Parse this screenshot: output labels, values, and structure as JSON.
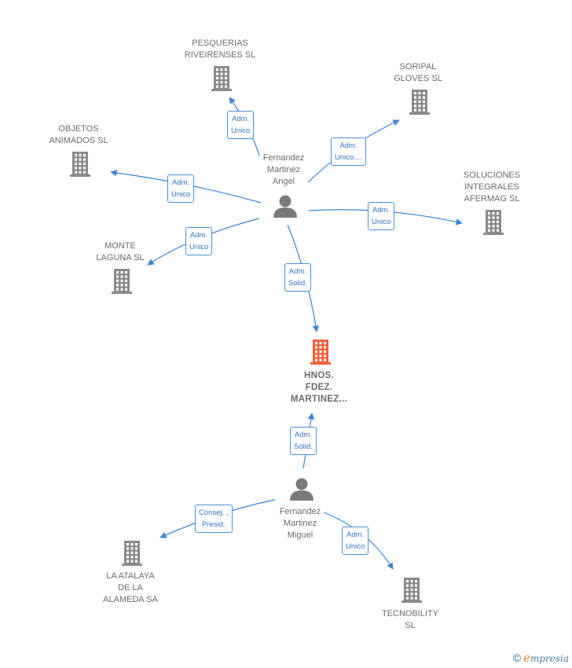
{
  "colors": {
    "edge": "#3a84d6",
    "company": "#8a8a8a",
    "company_main": "#f2603a",
    "person": "#7a7a7a"
  },
  "companies": [
    {
      "id": "pesquerias",
      "lines": [
        "PESQUERIAS",
        "RIVEIRENSES SL"
      ],
      "icon": "building-icon"
    },
    {
      "id": "soripal",
      "lines": [
        "SORIPAL",
        "GLOVES  SL"
      ],
      "icon": "building-icon"
    },
    {
      "id": "objetos",
      "lines": [
        "OBJETOS",
        "ANIMADOS  SL"
      ],
      "icon": "building-icon"
    },
    {
      "id": "soluciones",
      "lines": [
        "SOLUCIONES",
        "INTEGRALES",
        "AFERMAG  SL"
      ],
      "icon": "building-icon"
    },
    {
      "id": "monte",
      "lines": [
        "MONTE",
        "LAGUNA SL"
      ],
      "icon": "building-icon"
    },
    {
      "id": "hnos",
      "lines": [
        "HNOS.",
        "FDEZ.",
        "MARTINEZ..."
      ],
      "icon": "building-icon",
      "main": true
    },
    {
      "id": "atalaya",
      "lines": [
        "LA ATALAYA",
        "DE LA",
        "ALAMEDA SA"
      ],
      "icon": "building-icon"
    },
    {
      "id": "tecnobility",
      "lines": [
        "TECNOBILITY",
        "SL"
      ],
      "icon": "building-icon"
    }
  ],
  "persons": [
    {
      "id": "angel",
      "lines": [
        "Fernandez",
        "Martinez",
        "Angel"
      ],
      "icon": "person-icon"
    },
    {
      "id": "miguel",
      "lines": [
        "Fernandez",
        "Martinez",
        "Miguel"
      ],
      "icon": "person-icon"
    }
  ],
  "edges": [
    {
      "id": "e1",
      "lines": [
        "Adm.",
        "Unico"
      ]
    },
    {
      "id": "e2",
      "lines": [
        "Adm.",
        "Unico...."
      ]
    },
    {
      "id": "e3",
      "lines": [
        "Adm.",
        "Unico"
      ]
    },
    {
      "id": "e4",
      "lines": [
        "Adm.",
        "Unico"
      ]
    },
    {
      "id": "e5",
      "lines": [
        "Adm.",
        "Unico"
      ]
    },
    {
      "id": "e6",
      "lines": [
        "Adm.",
        "Solid."
      ]
    },
    {
      "id": "e7",
      "lines": [
        "Adm.",
        "Solid."
      ]
    },
    {
      "id": "e8",
      "lines": [
        "Consej. ,",
        "Presid."
      ]
    },
    {
      "id": "e9",
      "lines": [
        "Adm.",
        "Unico"
      ]
    }
  ],
  "brand": {
    "copyright": "©",
    "initial": "e",
    "rest": "mpresia"
  }
}
